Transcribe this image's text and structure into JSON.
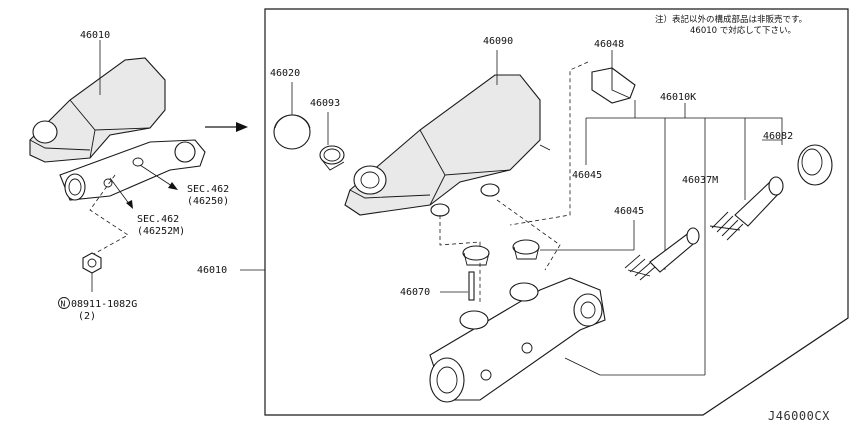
{
  "diagram": {
    "note_line1": "注）表記以外の構成部品は非販売です。",
    "note_line2": "46010 で対応して下さい。",
    "drawing_code": "J46000CX",
    "labels": {
      "p46010_top": "46010",
      "p46010_side": "46010",
      "p46020": "46020",
      "p46093": "46093",
      "p46090": "46090",
      "p46048": "46048",
      "p46010K": "46010K",
      "p46082": "46082",
      "p46045_a": "46045",
      "p46045_b": "46045",
      "p46037M": "46037M",
      "p46070": "46070",
      "sec1_line1": "SEC.462",
      "sec1_line2": "(46250)",
      "sec2_line1": "SEC.462",
      "sec2_line2": "(46252M)",
      "nut_part": "08911-1082G",
      "nut_qty": "(2)",
      "nut_symbol": "N"
    }
  }
}
